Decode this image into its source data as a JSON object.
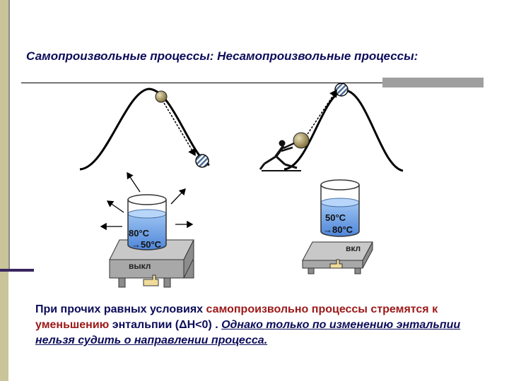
{
  "heading": {
    "spontaneous": "Самопроизвольные процессы:",
    "nonspontaneous": "Несамопроизвольные процессы:"
  },
  "left_beaker": {
    "temp_start": "80°C",
    "temp_end": "→50°C",
    "switch_label": "выкл"
  },
  "right_beaker": {
    "temp_start": "50°C",
    "temp_end": "→80°C",
    "switch_label": "вкл"
  },
  "paragraph": {
    "part1": "При прочих равных условиях ",
    "part2": "самопроизвольно процессы стремятся к уменьшению",
    "part3": " энтальпии (ΔН<0) . ",
    "part4": "Однако только по изменению энтальпии нельзя судить о направлении процесса."
  },
  "colors": {
    "text": "#0c0c5a",
    "highlight": "#9c1818",
    "water": "#6aa0e6",
    "heater": "#a8a8a8"
  }
}
